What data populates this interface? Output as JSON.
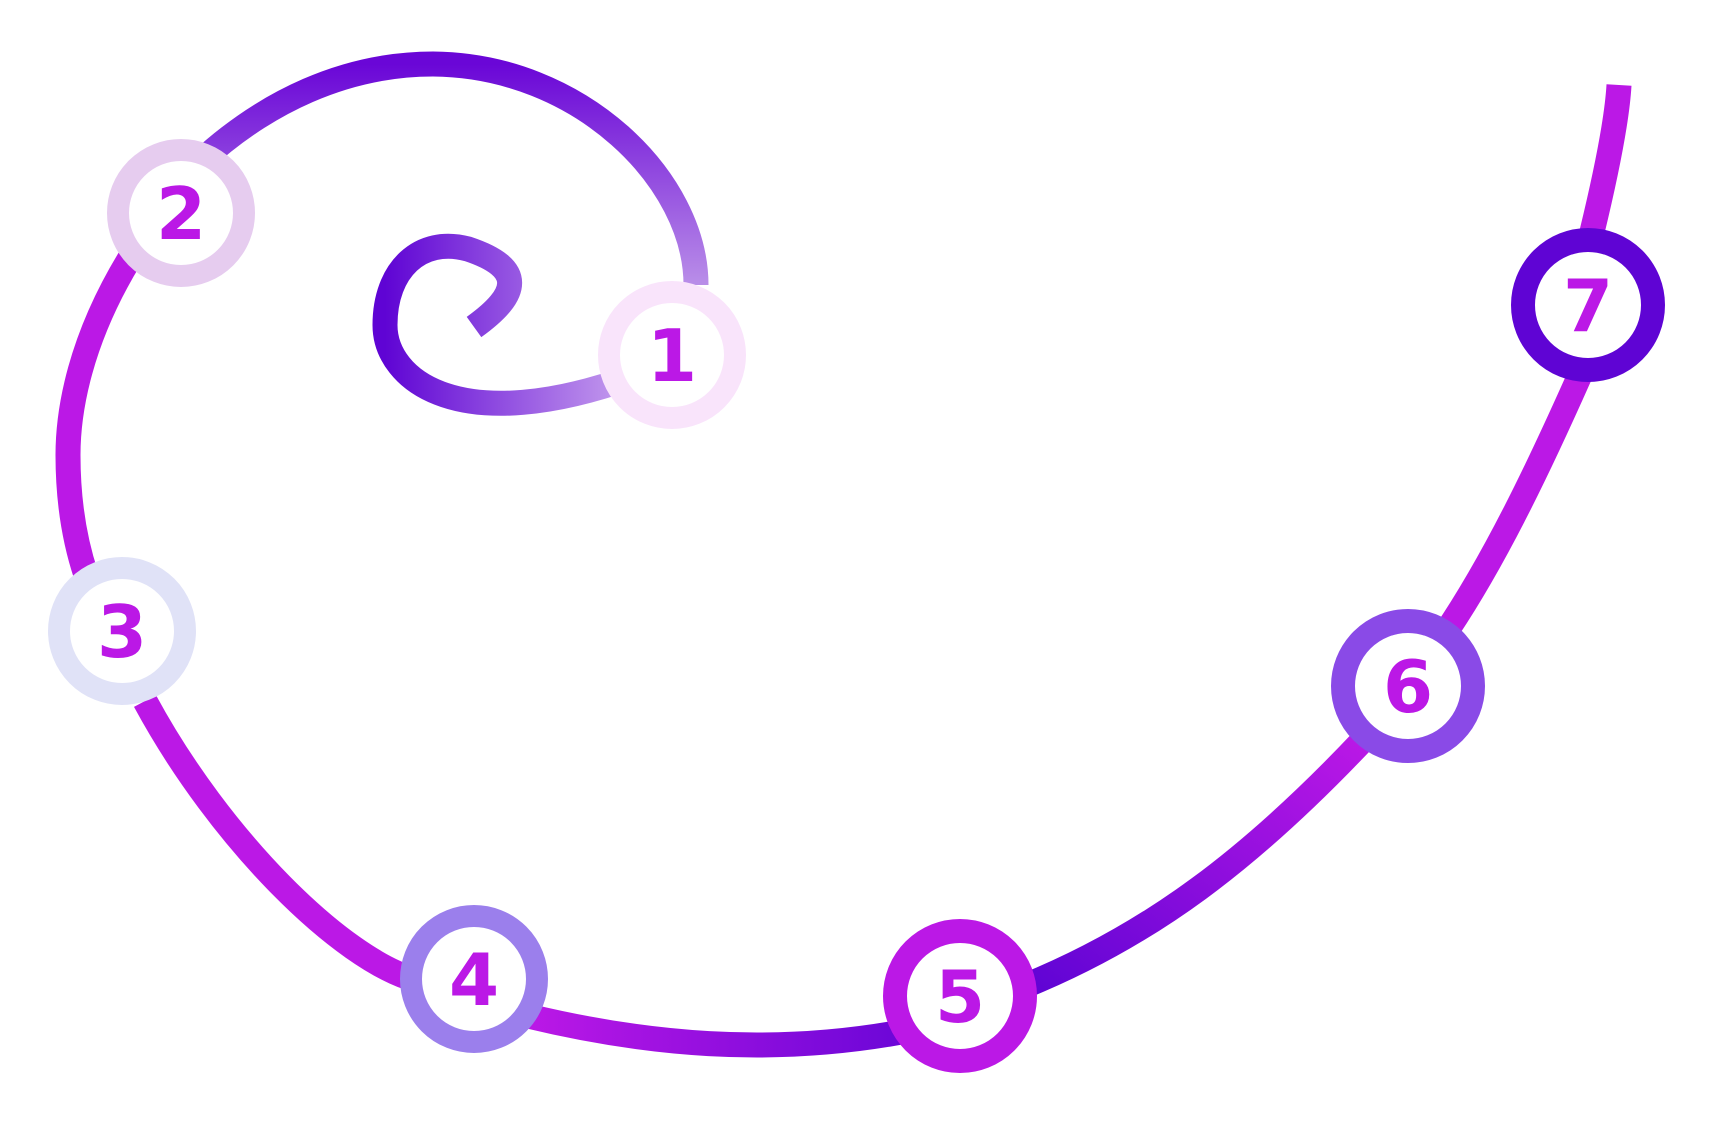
{
  "diagram": {
    "type": "spiral-process",
    "steps": [
      {
        "label": "1",
        "ring_color": "#f9e4fb"
      },
      {
        "label": "2",
        "ring_color": "#e6ccef"
      },
      {
        "label": "3",
        "ring_color": "#e0e2f7"
      },
      {
        "label": "4",
        "ring_color": "#9b7fec"
      },
      {
        "label": "5",
        "ring_color": "#bb18e6"
      },
      {
        "label": "6",
        "ring_color": "#8a4ae7"
      },
      {
        "label": "7",
        "ring_color": "#5f04d4"
      }
    ]
  },
  "colors": {
    "path_primary": "#bb18e6",
    "path_dark": "#6a06d7",
    "label_text": "#bb18e6",
    "circle_fill": "#ffffff",
    "background": "#ffffff"
  }
}
